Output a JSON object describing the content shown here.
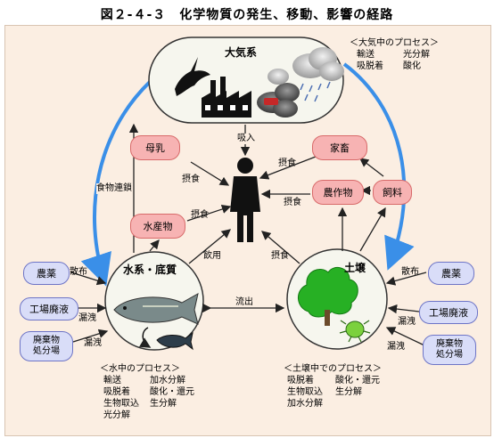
{
  "title": "図２-４-３　化学物質の発生、移動、影響の経路",
  "nodes": {
    "atmosphere": "大気系",
    "water": "水系・底質",
    "soil": "土壌",
    "breast_milk": "母乳",
    "livestock": "家畜",
    "crops": "農作物",
    "feed": "飼料",
    "aquatic": "水産物",
    "pesticide_left": "農薬",
    "factory_left": "工場廃液",
    "waste_left": "廃棄物\n処分場",
    "pesticide_right": "農薬",
    "factory_right": "工場廃液",
    "waste_right": "廃棄物\n処分場"
  },
  "edge_labels": {
    "inhalation": "吸入",
    "food_chain": "食物連鎖",
    "intake_milk": "摂食",
    "intake_aquatic": "摂食",
    "intake_livestock": "摂食",
    "intake_crops": "摂食",
    "drinking": "飲用",
    "intake_soil": "摂食",
    "outflow": "流出",
    "spray_left": "散布",
    "leak_left1": "漏洩",
    "leak_left2": "漏洩",
    "spray_right": "散布",
    "leak_right1": "漏洩",
    "leak_right2": "漏洩"
  },
  "processes": {
    "air": {
      "heading": "＜大気中のプロセス＞",
      "items": [
        "輸送",
        "光分解",
        "吸脱着",
        "酸化"
      ]
    },
    "water": {
      "heading": "＜水中のプロセス＞",
      "items": [
        "輸送",
        "加水分解",
        "吸脱着",
        "酸化・還元",
        "生物取込",
        "生分解",
        "光分解",
        ""
      ]
    },
    "soil": {
      "heading": "＜土壌中でのプロセス＞",
      "items": [
        "吸脱着",
        "酸化・還元",
        "生物取込",
        "生分解",
        "加水分解",
        ""
      ]
    }
  },
  "colors": {
    "panel": "#fbeee2",
    "pink_fill": "#f7b3b3",
    "blue_fill": "#d9ddf8",
    "cycle_arrow": "#3a8fe8",
    "node_fill": "#f6f6ee"
  }
}
